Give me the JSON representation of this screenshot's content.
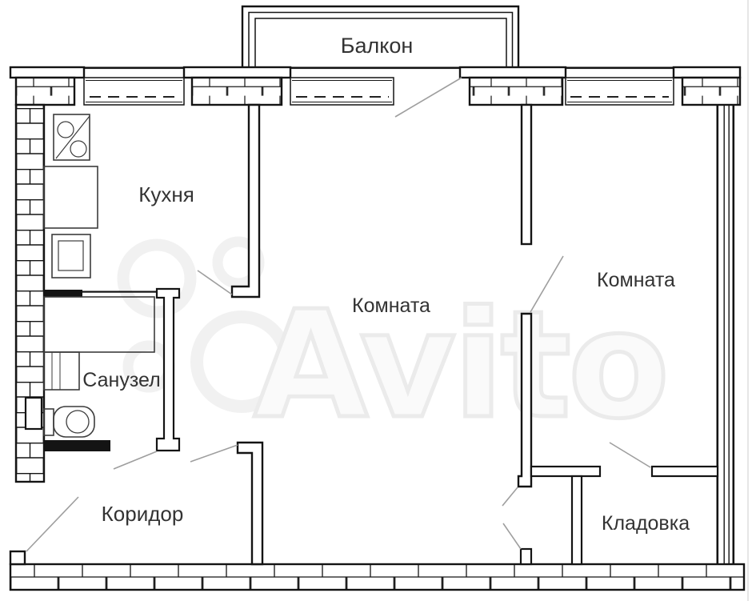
{
  "floor_plan": {
    "labels": {
      "balcony": "Балкон",
      "kitchen": "Кухня",
      "room_main": "Комната",
      "room_second": "Комната",
      "bathroom": "Санузел",
      "corridor": "Коридор",
      "storage": "Кладовка"
    },
    "watermark": {
      "text": "Avito"
    },
    "colors": {
      "background": "#ffffff",
      "wall_line": "#141414",
      "fixture_line": "#3c3c3c",
      "door_swing_line": "#9e9e9e",
      "label_text": "#333333",
      "watermark_line": "#ebebeb"
    }
  }
}
